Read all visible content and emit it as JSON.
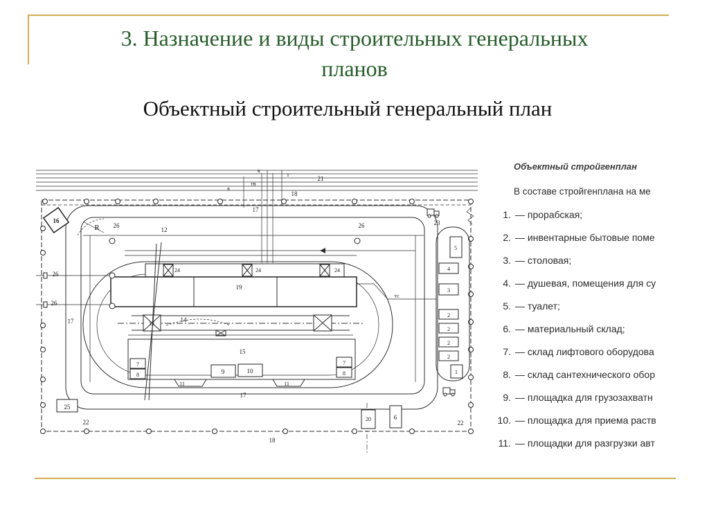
{
  "title": {
    "line1": "3. Назначение и виды строительных генеральных",
    "line2": "планов"
  },
  "subtitle": "Объектный строительный генеральный план",
  "legend": {
    "header": "Объектный стройгенплан",
    "intro": "В составе стройгенплана на ме",
    "items": [
      {
        "num": "1.",
        "text": "— прорабская;"
      },
      {
        "num": "2.",
        "text": "— инвентарные бытовые поме"
      },
      {
        "num": "3.",
        "text": "— столовая;"
      },
      {
        "num": "4.",
        "text": "— душевая, помещения для су"
      },
      {
        "num": "5.",
        "text": "— туалет;"
      },
      {
        "num": "6.",
        "text": "— материальный склад;"
      },
      {
        "num": "7.",
        "text": "— склад лифтового оборудова"
      },
      {
        "num": "8.",
        "text": "— склад сантехнического обор"
      },
      {
        "num": "9.",
        "text": "— площадка для грузозахватн"
      },
      {
        "num": "10.",
        "text": "— площадка для приема раств"
      },
      {
        "num": "11.",
        "text": "— площадки для разгрузки авт"
      }
    ]
  },
  "plan": {
    "labels": [
      "21",
      "к",
      "т",
      "гв",
      "в",
      "18",
      "17",
      "16",
      "R",
      "12",
      "26",
      "26",
      "26",
      "26",
      "24",
      "24",
      "24",
      "19",
      "тс",
      "13",
      "14",
      "15",
      "7",
      "8",
      "7",
      "8",
      "9",
      "10",
      "11",
      "11",
      "17",
      "17",
      "25",
      "22",
      "22",
      "18",
      "20",
      "6",
      "23",
      "5",
      "4",
      "3",
      "2",
      "2",
      "2",
      "2",
      "1"
    ]
  },
  "colors": {
    "title": "#265c2a",
    "accent_line": "#cfae4f",
    "ink": "#2a2a2a"
  }
}
